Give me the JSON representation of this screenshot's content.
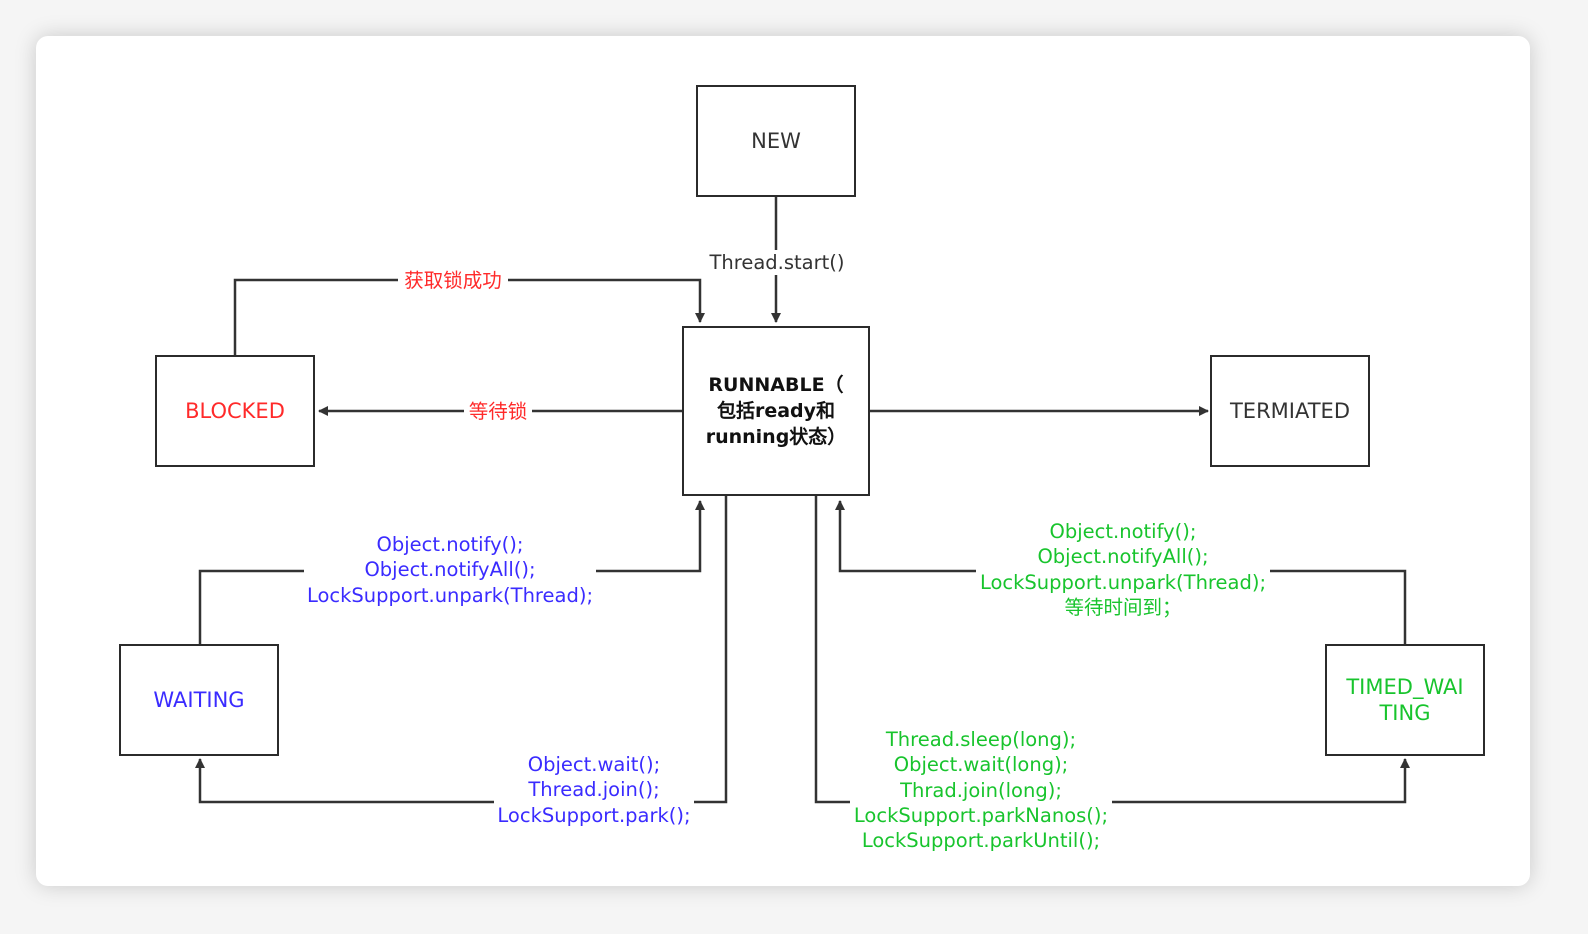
{
  "states": {
    "new": "NEW",
    "runnable": "RUNNABLE（\n包括ready和\nrunning状态）",
    "blocked": "BLOCKED",
    "terminated": "TERMIATED",
    "waiting": "WAITING",
    "timed_waiting": "TIMED_WAI\nTING"
  },
  "transitions": {
    "start": "Thread.start()",
    "acquire_lock": "获取锁成功",
    "wait_lock": "等待锁",
    "waiting_to_runnable": "Object.notify();\nObject.notifyAll();\nLockSupport.unpark(Thread);",
    "runnable_to_waiting": "Object.wait();\nThread.join();\nLockSupport.park();",
    "timed_to_runnable": "Object.notify();\nObject.notifyAll();\nLockSupport.unpark(Thread);\n等待时间到；",
    "runnable_to_timed": "Thread.sleep(long);\nObject.wait(long);\nThrad.join(long);\nLockSupport.parkNanos();\nLockSupport.parkUntil();"
  },
  "colors": {
    "line": "#333333",
    "blocked": "#ff2a2a",
    "waiting": "#3a2bff",
    "timed_waiting": "#18c42d"
  }
}
